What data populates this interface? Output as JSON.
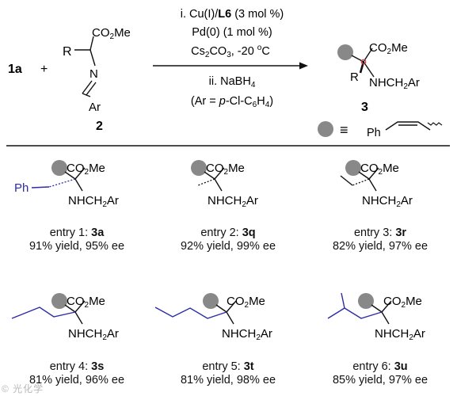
{
  "scheme": {
    "reactant_1a": "1a",
    "plus": "+",
    "imine_sub": {
      "R": "R",
      "ester": "CO2Me",
      "N": "N",
      "Ar": "Ar",
      "label": "2"
    },
    "conditions": {
      "line1_prefix": "i. Cu(I)/",
      "line1_ligand": "L6",
      "line1_suffix": " (3 mol %)",
      "line2": "Pd(0) (1 mol %)",
      "line3_prefix": "Cs",
      "line3_mid": "CO",
      "line3_suffix": ", -20 ",
      "line3_unit": "C",
      "line4_prefix": "ii. NaBH",
      "line5_prefix": "(Ar = ",
      "line5_italic": "p",
      "line5_suffix": "-Cl-C6H4)"
    },
    "product": {
      "R": "R",
      "ester": "CO2Me",
      "amine": "NHCH2Ar",
      "label": "3",
      "legend_equiv": "≡",
      "legend_ph": "Ph"
    }
  },
  "structures": {
    "ester": "CO2Me",
    "amine": "NHCH2Ar",
    "ph_label": "Ph"
  },
  "entries": [
    {
      "prefix": "entry 1: ",
      "compound": "3a",
      "result": "91% yield, 95% ee"
    },
    {
      "prefix": "entry 2: ",
      "compound": "3q",
      "result": "92% yield, 99% ee"
    },
    {
      "prefix": "entry 3: ",
      "compound": "3r",
      "result": "82% yield, 97% ee"
    },
    {
      "prefix": "entry 4: ",
      "compound": "3s",
      "result": "81% yield, 96% ee"
    },
    {
      "prefix": "entry 5: ",
      "compound": "3t",
      "result": "81% yield, 98% ee"
    },
    {
      "prefix": "entry 6: ",
      "compound": "3u",
      "result": "85% yield, 97% ee"
    }
  ],
  "watermark": "© 光化学"
}
